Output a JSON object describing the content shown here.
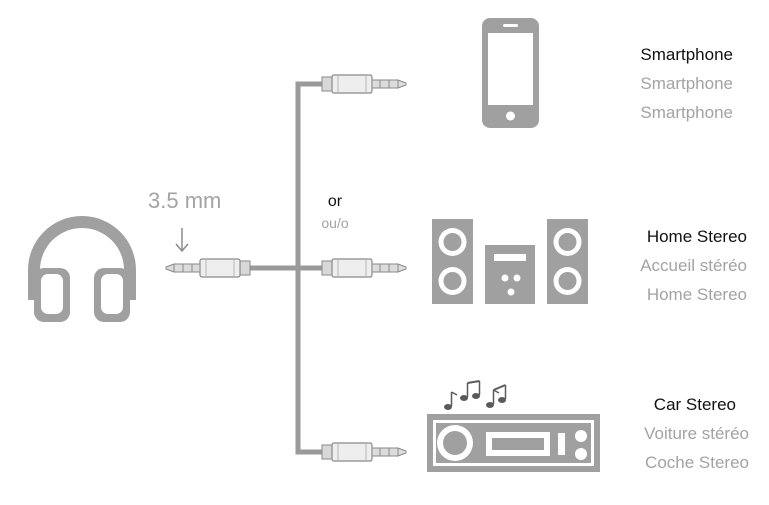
{
  "cable": {
    "size_label": "3.5 mm",
    "or_label": "or",
    "or_translation": "ou/o"
  },
  "devices": {
    "smartphone": {
      "en": "Smartphone",
      "fr": "Smartphone",
      "es": "Smartphone"
    },
    "home_stereo": {
      "en": "Home Stereo",
      "fr": "Accueil stéréo",
      "es": "Home Stereo"
    },
    "car_stereo": {
      "en": "Car Stereo",
      "fr": "Voiture stéréo",
      "es": "Coche Stereo"
    }
  },
  "colors": {
    "icon_gray": "#a0a0a0",
    "cable_gray": "#9a9a9a",
    "text_dark": "#111111",
    "text_light": "#a3a3a3"
  },
  "icons": [
    "headphones-icon",
    "down-arrow-icon",
    "smartphone-icon",
    "home-stereo-icon",
    "car-stereo-icon",
    "music-notes-icon",
    "audio-jack-icon"
  ]
}
